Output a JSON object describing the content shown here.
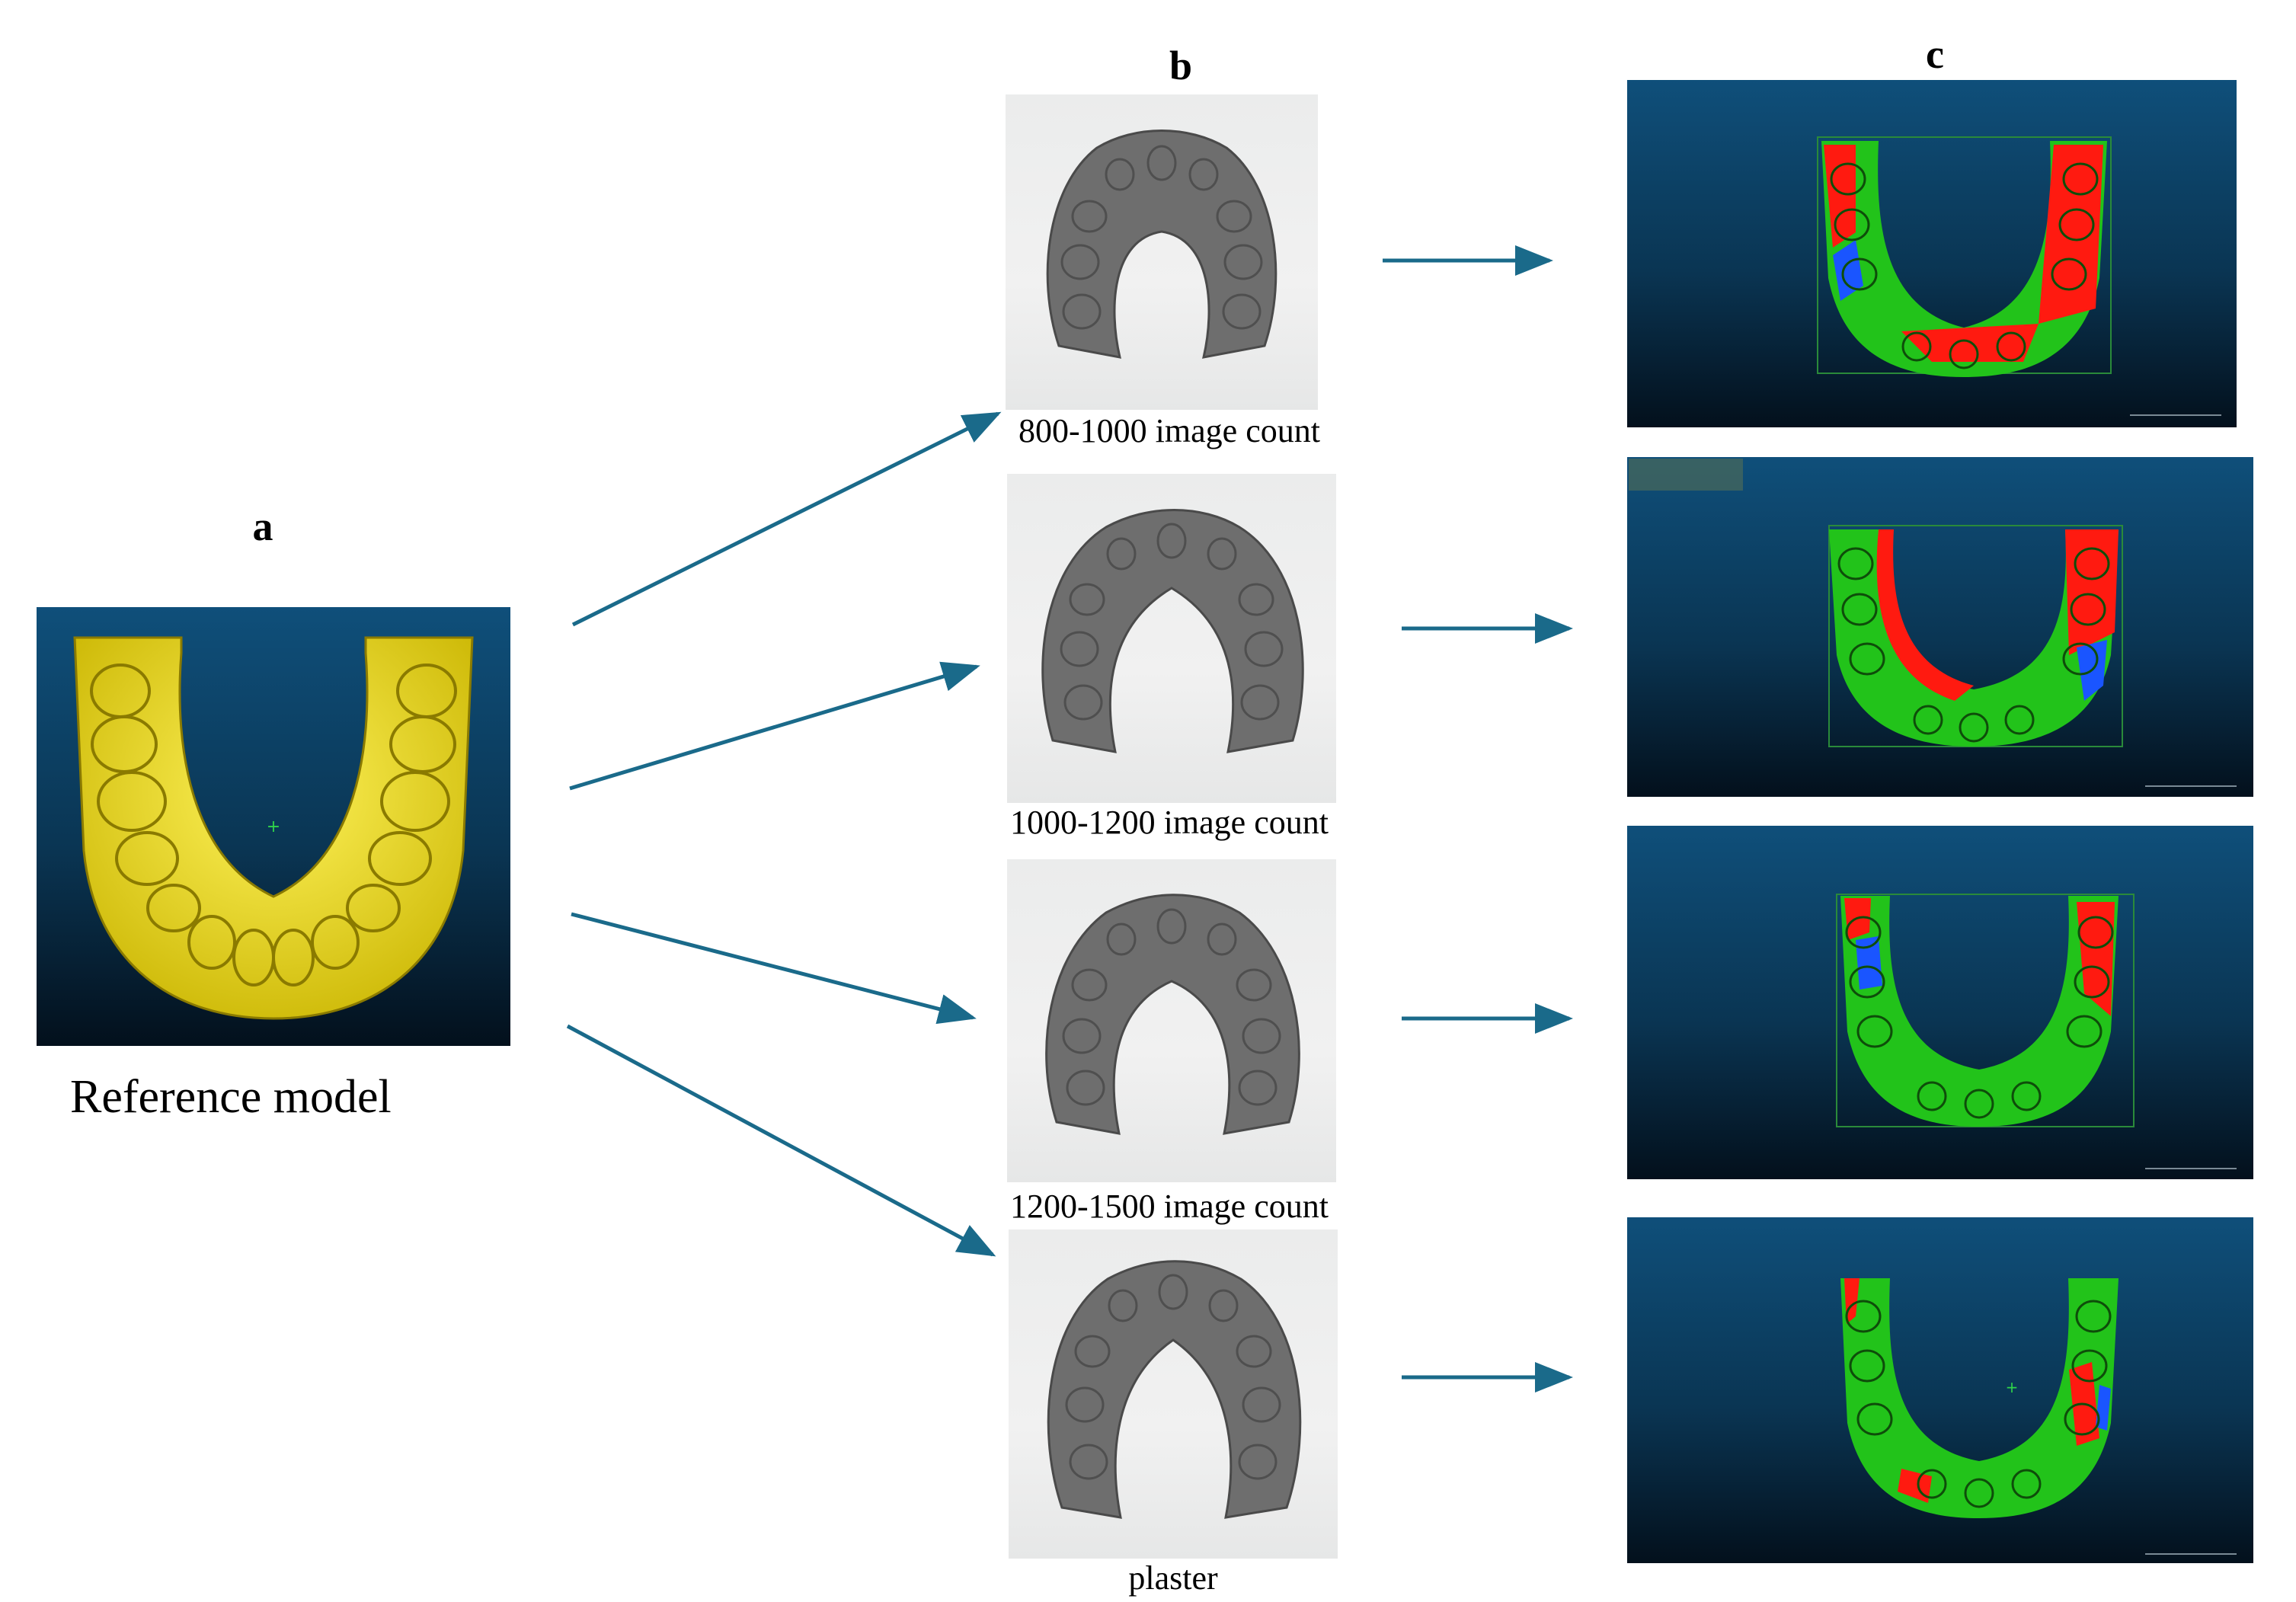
{
  "labels": {
    "a": "a",
    "b": "b",
    "c": "c"
  },
  "reference": {
    "caption": "Reference model"
  },
  "scans": [
    {
      "caption": "800-1000  image count"
    },
    {
      "caption": "1000-1200  image count"
    },
    {
      "caption": "1200-1500  image count"
    },
    {
      "caption": "plaster"
    }
  ],
  "colors": {
    "arrow": "#1a6a8a",
    "reference_model": "#e6d81a",
    "scan_model": "#6e6e6e",
    "deviation_green": "#22c31a",
    "deviation_red": "#ff1a10",
    "deviation_blue": "#1a55ff"
  }
}
